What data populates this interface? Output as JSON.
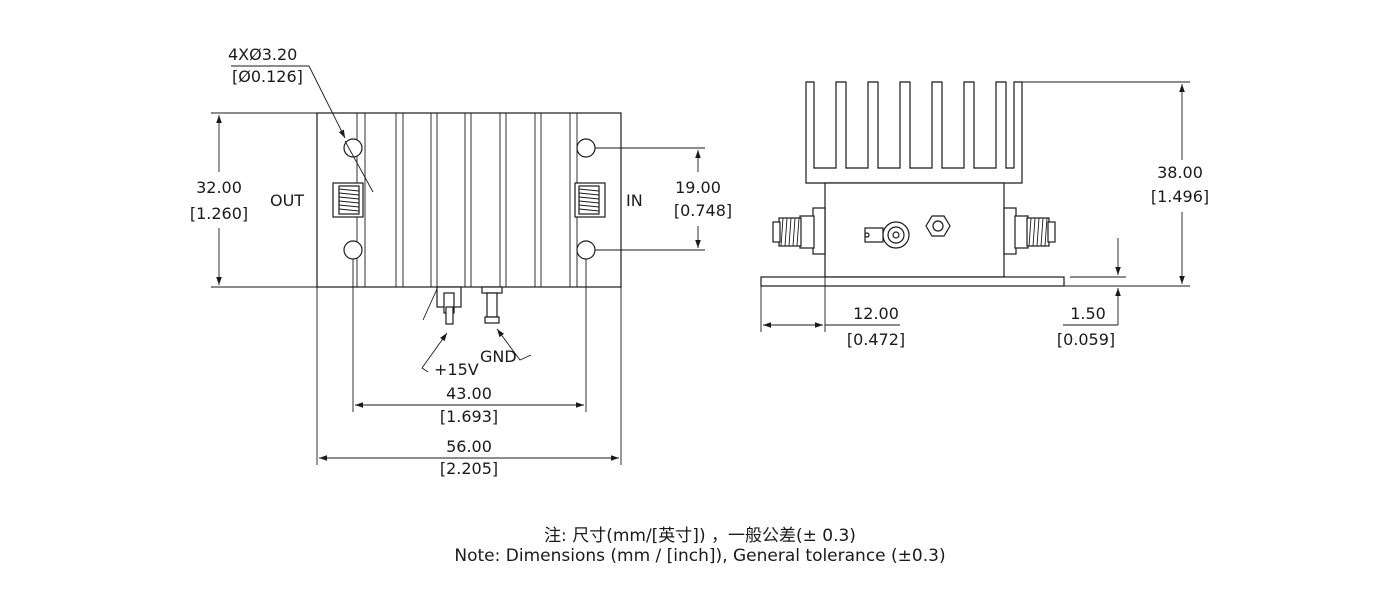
{
  "front_view": {
    "hole_spec": "4XØ3.20",
    "hole_spec_inch": "[Ø0.126]",
    "out_label": "OUT",
    "in_label": "IN",
    "height_mm": "32.00",
    "height_in": "[1.260]",
    "hole_spacing_v_mm": "19.00",
    "hole_spacing_v_in": "[0.748]",
    "power_label": "+15V",
    "gnd_label": "GND",
    "hole_spacing_h_mm": "43.00",
    "hole_spacing_h_in": "[1.693]",
    "width_mm": "56.00",
    "width_in": "[2.205]"
  },
  "side_view": {
    "height_mm": "38.00",
    "height_in": "[1.496]",
    "flange_mm": "12.00",
    "flange_in": "[0.472]",
    "base_thickness_mm": "1.50",
    "base_thickness_in": "[0.059]"
  },
  "notes": {
    "chinese": "注: 尺寸(mm/[英寸]) ，一般公差(± 0.3)",
    "english": "Note: Dimensions (mm / [inch]), General tolerance (±0.3)"
  }
}
